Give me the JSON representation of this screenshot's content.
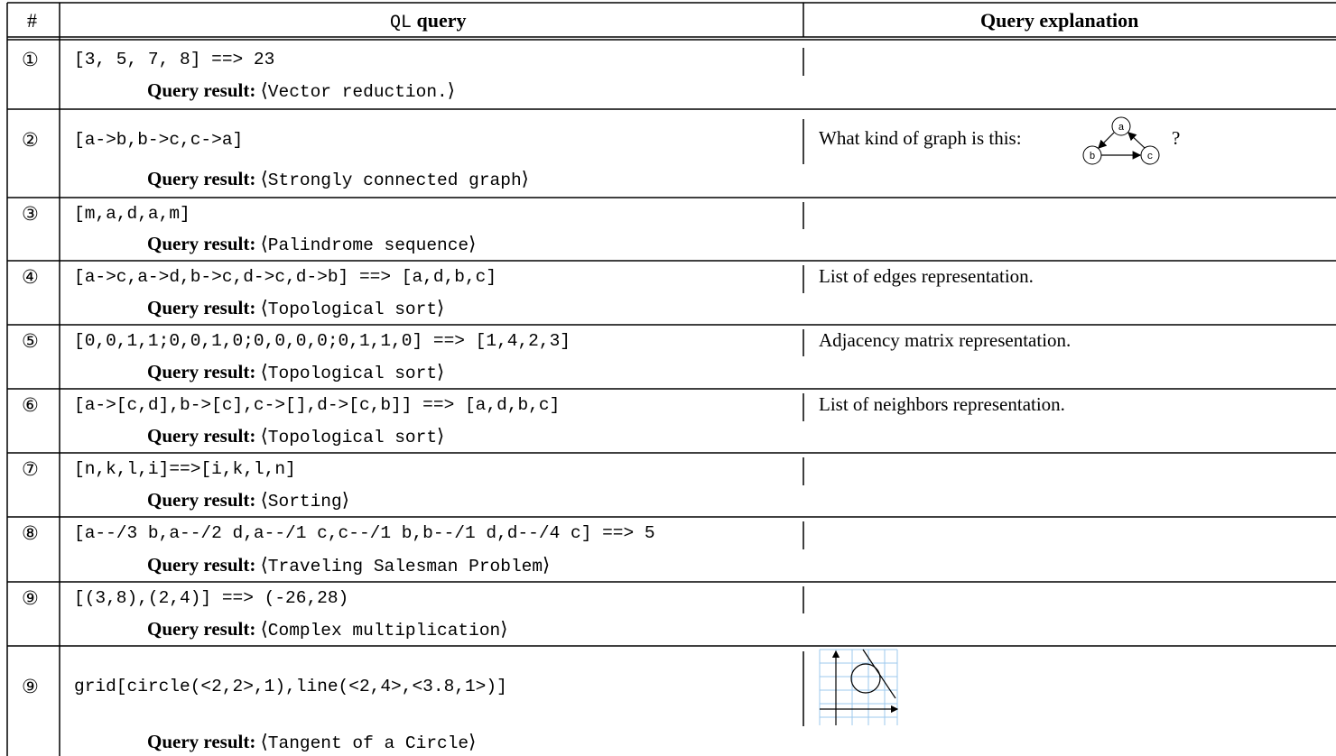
{
  "header": {
    "num": "#",
    "query_prefix": "QL",
    "query_suffix": "query",
    "explanation": "Query explanation"
  },
  "result_label": "Query result:",
  "rows": [
    {
      "num": "①",
      "query": "[3, 5, 7, 8] ==> 23",
      "result": "Vector reduction.",
      "explanation": ""
    },
    {
      "num": "②",
      "query": "[a->b,b->c,c->a]",
      "result": "Strongly connected graph",
      "explanation": "What kind of graph is this:",
      "explanation_suffix": "?",
      "graph_nodes": [
        "a",
        "b",
        "c"
      ]
    },
    {
      "num": "③",
      "query": "[m,a,d,a,m]",
      "result": "Palindrome sequence",
      "explanation": ""
    },
    {
      "num": "④",
      "query": "[a->c,a->d,b->c,d->c,d->b] ==> [a,d,b,c]",
      "result": "Topological sort",
      "explanation": "List of edges representation."
    },
    {
      "num": "⑤",
      "query": "[0,0,1,1;0,0,1,0;0,0,0,0;0,1,1,0] ==> [1,4,2,3]",
      "result": "Topological sort",
      "explanation": "Adjacency matrix representation."
    },
    {
      "num": "⑥",
      "query": "[a->[c,d],b->[c],c->[],d->[c,b]] ==> [a,d,b,c]",
      "result": "Topological sort",
      "explanation": "List of neighbors representation."
    },
    {
      "num": "⑦",
      "query": "[n,k,l,i]==>[i,k,l,n]",
      "result": "Sorting",
      "explanation": ""
    },
    {
      "num": "⑧",
      "query": "[a--/3 b,a--/2 d,a--/1 c,c--/1 b,b--/1 d,d--/4 c] ==> 5",
      "result": "Traveling Salesman Problem",
      "explanation": ""
    },
    {
      "num": "⑨",
      "query": "[(3,8),(2,4)] ==> (-26,28)",
      "result": "Complex multiplication",
      "explanation": ""
    },
    {
      "num": "⑨",
      "query": "grid[circle(<2,2>,1),line(<2,4>,<3.8,1>)]",
      "result": "Tangent of a Circle",
      "explanation": ""
    }
  ]
}
